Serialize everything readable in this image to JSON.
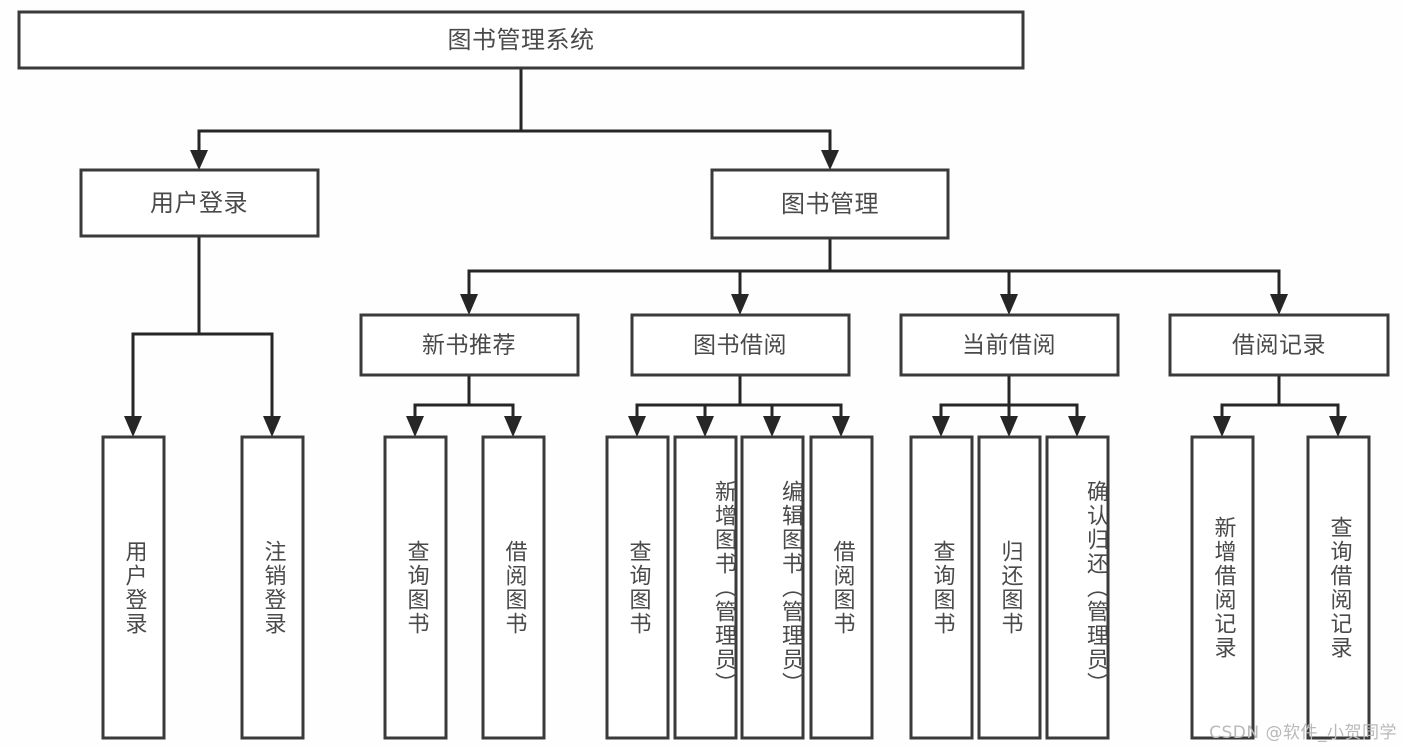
{
  "diagram": {
    "title": "图书管理系统",
    "type": "tree",
    "colors": {
      "box_stroke": "#3a3a3a",
      "connector": "#262626",
      "label_text": "#4a4a4a",
      "background": "#ffffff",
      "watermark": "#b9b9b9"
    },
    "root": {
      "label": "图书管理系统"
    },
    "level1": [
      {
        "label": "用户登录"
      },
      {
        "label": "图书管理"
      }
    ],
    "level2": [
      {
        "label": "新书推荐"
      },
      {
        "label": "图书借阅"
      },
      {
        "label": "当前借阅"
      },
      {
        "label": "借阅记录"
      }
    ],
    "leaves": {
      "user_login": [
        {
          "label": "用户登录"
        },
        {
          "label": "注销登录"
        }
      ],
      "new_book_recommend": [
        {
          "label": "查询图书"
        },
        {
          "label": "借阅图书"
        }
      ],
      "book_borrow": [
        {
          "label": "查询图书"
        },
        {
          "label": "新增图书（管理员）"
        },
        {
          "label": "编辑图书（管理员）"
        },
        {
          "label": "借阅图书"
        }
      ],
      "current_borrow": [
        {
          "label": "查询图书"
        },
        {
          "label": "归还图书"
        },
        {
          "label": "确认归还（管理员）"
        }
      ],
      "borrow_record": [
        {
          "label": "新增借阅记录"
        },
        {
          "label": "查询借阅记录"
        }
      ]
    }
  },
  "watermark": {
    "text": "CSDN @软件_小贺同学"
  }
}
